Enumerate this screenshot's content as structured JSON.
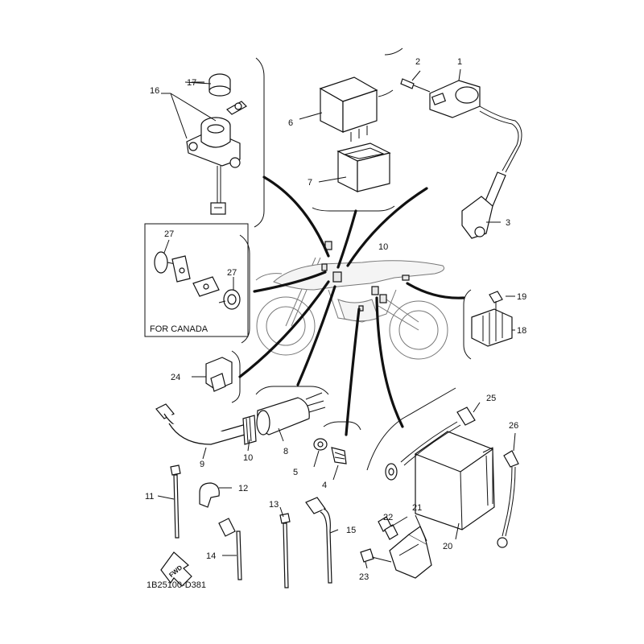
{
  "diagram": {
    "code": "1B25100-D381",
    "canada_label": "FOR CANADA",
    "fwd_label": "FWD",
    "callouts": [
      {
        "id": "c1",
        "text": "1"
      },
      {
        "id": "c2",
        "text": "2"
      },
      {
        "id": "c3",
        "text": "3"
      },
      {
        "id": "c4",
        "text": "4"
      },
      {
        "id": "c5",
        "text": "5"
      },
      {
        "id": "c6",
        "text": "6"
      },
      {
        "id": "c7",
        "text": "7"
      },
      {
        "id": "c8",
        "text": "8"
      },
      {
        "id": "c9",
        "text": "9"
      },
      {
        "id": "c10a",
        "text": "10"
      },
      {
        "id": "c10b",
        "text": "10"
      },
      {
        "id": "c11",
        "text": "11"
      },
      {
        "id": "c12",
        "text": "12"
      },
      {
        "id": "c13",
        "text": "13"
      },
      {
        "id": "c14",
        "text": "14"
      },
      {
        "id": "c15",
        "text": "15"
      },
      {
        "id": "c16",
        "text": "16"
      },
      {
        "id": "c17",
        "text": "17"
      },
      {
        "id": "c18",
        "text": "18"
      },
      {
        "id": "c19",
        "text": "19"
      },
      {
        "id": "c20",
        "text": "20"
      },
      {
        "id": "c21",
        "text": "21"
      },
      {
        "id": "c22",
        "text": "22"
      },
      {
        "id": "c23",
        "text": "23"
      },
      {
        "id": "c24",
        "text": "24"
      },
      {
        "id": "c25",
        "text": "25"
      },
      {
        "id": "c26",
        "text": "26"
      },
      {
        "id": "c27a",
        "text": "27"
      },
      {
        "id": "c27b",
        "text": "27"
      }
    ]
  }
}
